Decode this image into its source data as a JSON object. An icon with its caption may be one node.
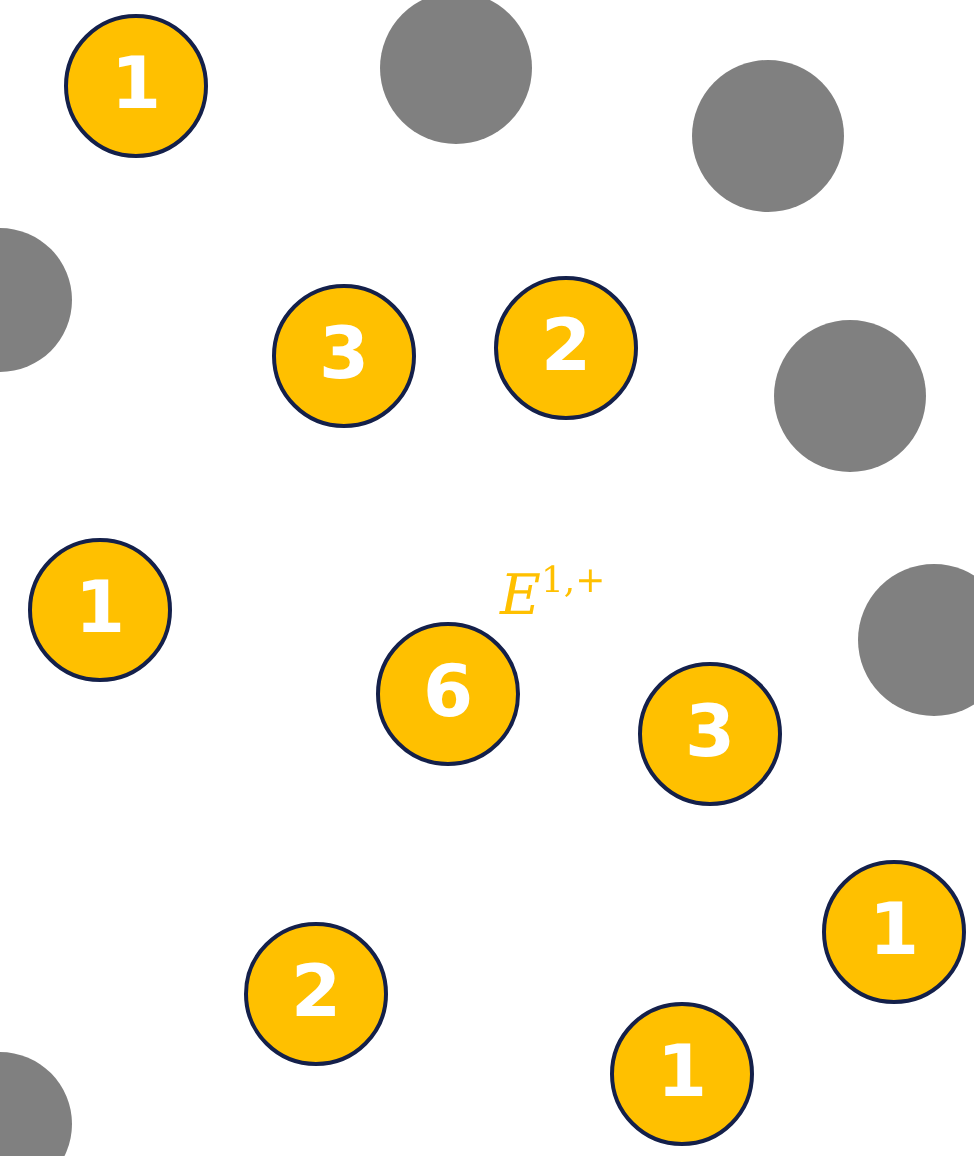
{
  "diagram": {
    "nodes": [
      {
        "text": [
          "1"
        ]
      },
      {
        "text": [],
        "shape": "circle"
      },
      {
        "text": [],
        "shape": "circle"
      },
      {
        "text": [],
        "shape": "circle"
      },
      {
        "text": [
          "3"
        ]
      },
      {
        "text": [
          "2"
        ]
      },
      {
        "text": [],
        "shape": "circle"
      },
      {
        "text": [
          "1"
        ]
      },
      {
        "text": [],
        "shape": "circle"
      },
      {
        "text": [
          "6"
        ]
      },
      {
        "text": [
          "3"
        ]
      },
      {
        "text": [
          "1"
        ]
      },
      {
        "text": [
          "2"
        ]
      },
      {
        "text": [
          "1"
        ]
      },
      {
        "text": [],
        "shape": "circle"
      }
    ],
    "labels": [
      "E$^{1,+}$"
    ]
  }
}
